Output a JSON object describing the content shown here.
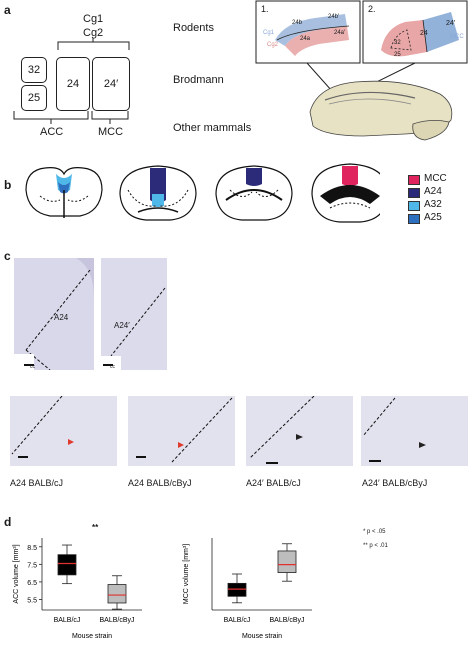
{
  "panel_a": {
    "label": "a",
    "cg1": "Cg1",
    "cg2": "Cg2",
    "rodents": "Rodents",
    "brodmann": "Brodmann",
    "box_32": "32",
    "box_25": "25",
    "box_24": "24",
    "box_24p": "24′",
    "acc": "ACC",
    "mcc": "MCC",
    "other": "Other mammals",
    "inset1_num": "1.",
    "inset2_num": "2.",
    "inset1_24b": "24b",
    "inset1_24bp": "24b′",
    "inset1_24a": "24a",
    "inset1_24ap": "24a′",
    "inset1_cg1": "Cg1",
    "inset1_cg2": "Cg2",
    "inset2_24": "24",
    "inset2_24p": "24′",
    "inset2_32": "32",
    "inset2_25": "25",
    "inset2_mcc": "MCC"
  },
  "panel_b": {
    "label": "b",
    "legend": [
      {
        "name": "MCC",
        "color": "#e0245e"
      },
      {
        "name": "A24",
        "color": "#2b2b7a"
      },
      {
        "name": "A32",
        "color": "#4fb8e8"
      },
      {
        "name": "A25",
        "color": "#2f6fc0"
      }
    ]
  },
  "panel_c": {
    "label": "c",
    "top_left_area": "A24",
    "top_right_area": "A24′",
    "cc_left": "cc",
    "cc_right": "cc",
    "captions": [
      "A24 BALB/cJ",
      "A24 BALB/cByJ",
      "A24′ BALB/cJ",
      "A24′ BALB/cByJ"
    ]
  },
  "panel_d": {
    "label": "d",
    "significance_1": "*  p < .05",
    "significance_2": "**  p < .01",
    "acc_marker": "**",
    "colors": {
      "cj": "#000000",
      "cbyj": "#bdbdbd",
      "median": "#e03030"
    }
  },
  "chart_data": [
    {
      "type": "box",
      "ylabel": "ACC volume [mm³]",
      "xlabel": "Mouse strain",
      "categories": [
        "BALB/cJ",
        "BALB/cByJ"
      ],
      "yticks": [
        "8.5",
        "7.5",
        "6.5",
        "5.5"
      ],
      "ylim": [
        4.9,
        9.0
      ],
      "boxes": [
        {
          "min": 6.4,
          "q1": 6.9,
          "median": 7.55,
          "q3": 8.05,
          "max": 8.6
        },
        {
          "min": 4.95,
          "q1": 5.3,
          "median": 5.75,
          "q3": 6.35,
          "max": 6.85
        }
      ]
    },
    {
      "type": "box",
      "ylabel": "MCC volume [mm³]",
      "xlabel": "Mouse strain",
      "categories": [
        "BALB/cJ",
        "BALB/cByJ"
      ],
      "yticks": [],
      "ylim": [
        0,
        10
      ],
      "boxes": [
        {
          "min": 1.0,
          "q1": 1.9,
          "median": 2.9,
          "q3": 3.7,
          "max": 5.0
        },
        {
          "min": 4.0,
          "q1": 5.2,
          "median": 6.3,
          "q3": 8.2,
          "max": 9.2
        }
      ]
    }
  ]
}
